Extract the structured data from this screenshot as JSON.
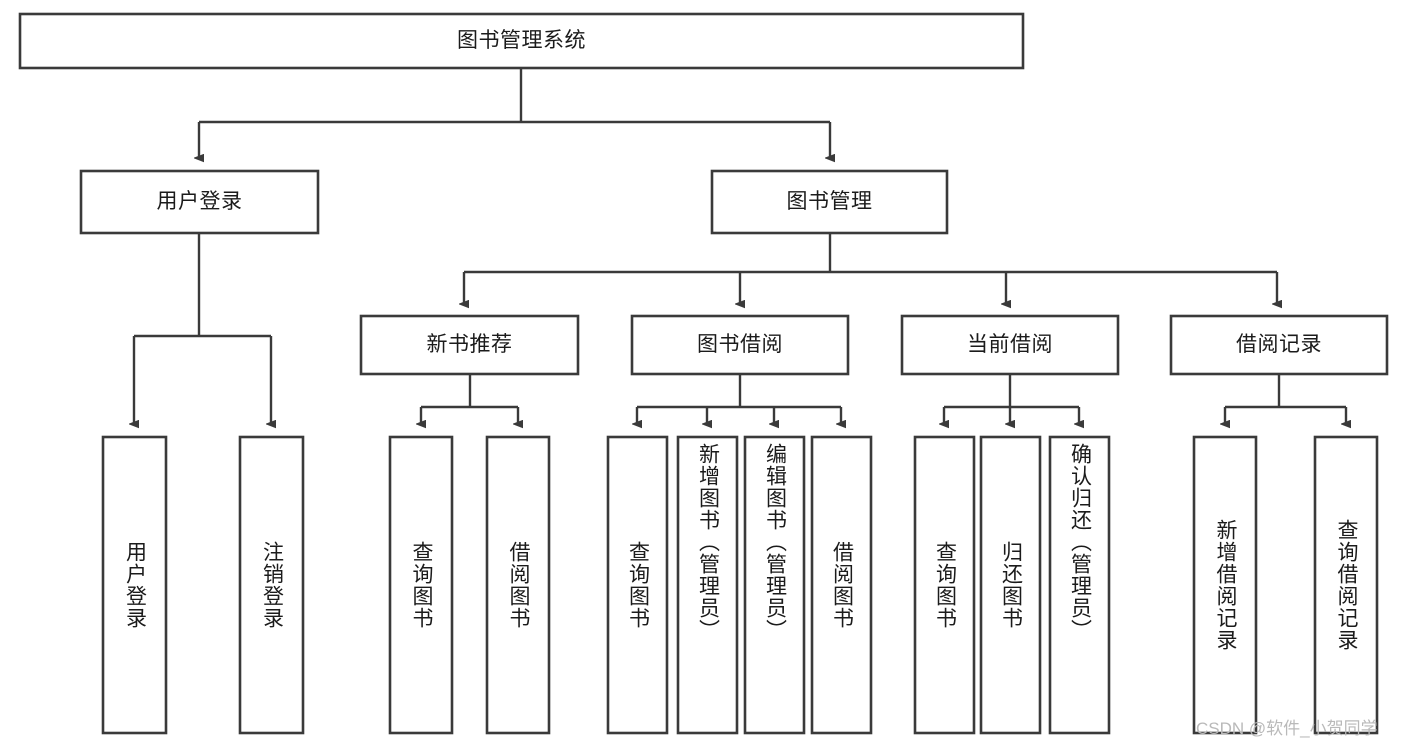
{
  "diagram": {
    "type": "hierarchy-tree",
    "title": "图书管理系统",
    "watermark": "CSDN @软件_小贺同学",
    "colors": {
      "box_stroke": "#3a3a3a",
      "box_fill": "#ffffff",
      "connector": "#3a3a3a",
      "text": "#1b1b1b",
      "watermark": "#b9b9b9",
      "background": "#ffffff"
    },
    "levels": {
      "root": {
        "label": "图书管理系统"
      },
      "level2": [
        {
          "label": "用户登录"
        },
        {
          "label": "图书管理"
        }
      ],
      "level3": [
        {
          "label": "新书推荐"
        },
        {
          "label": "图书借阅"
        },
        {
          "label": "当前借阅"
        },
        {
          "label": "借阅记录"
        }
      ],
      "leaves": {
        "user_login": [
          {
            "label": "用户登录"
          },
          {
            "label": "注销登录"
          }
        ],
        "new_book_recommend": [
          {
            "label": "查询图书"
          },
          {
            "label": "借阅图书"
          }
        ],
        "book_borrow": [
          {
            "label": "查询图书"
          },
          {
            "label": "新增图书（管理员）"
          },
          {
            "label": "编辑图书（管理员）"
          },
          {
            "label": "借阅图书"
          }
        ],
        "current_borrow": [
          {
            "label": "查询图书"
          },
          {
            "label": "归还图书"
          },
          {
            "label": "确认归还（管理员）"
          }
        ],
        "borrow_record": [
          {
            "label": "新增借阅记录"
          },
          {
            "label": "查询借阅记录"
          }
        ]
      }
    }
  }
}
